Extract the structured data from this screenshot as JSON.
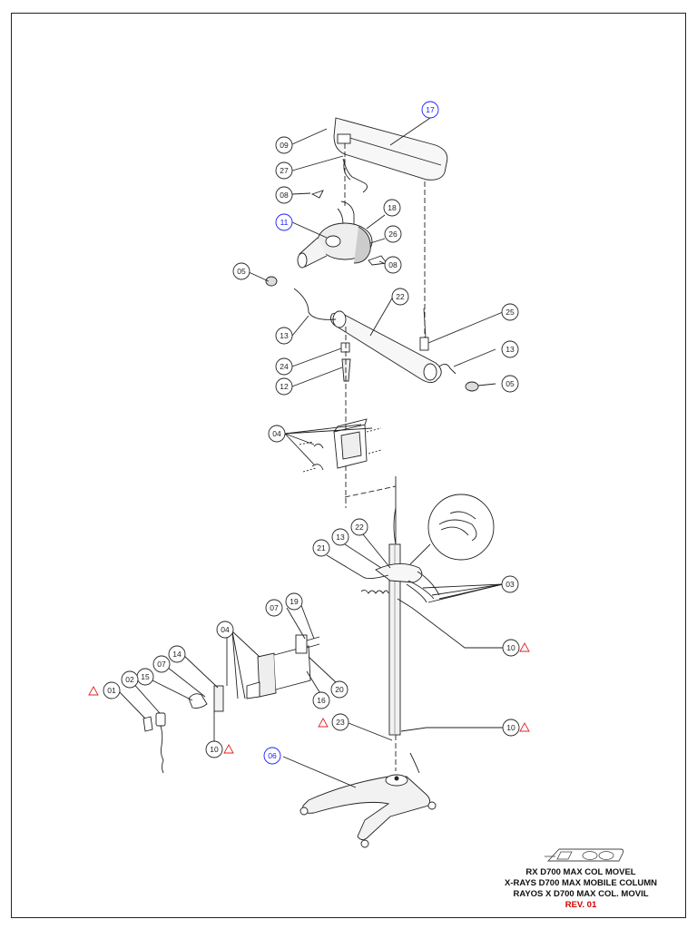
{
  "title_block": {
    "line_pt": "RX D700 MAX COL MOVEL",
    "line_en": "X-RAYS D700 MAX MOBILE COLUMN",
    "line_es": "RAYOS X D700 MAX COL. MOVIL",
    "revision": "REV. 01",
    "revision_color": "#d40000"
  },
  "callout_color": "#222222",
  "callout_highlight_color": "#1a1aff",
  "warning_color": "#e02020",
  "callouts": [
    {
      "id": "c17",
      "label": "17",
      "highlight": true
    },
    {
      "id": "c09",
      "label": "09"
    },
    {
      "id": "c27",
      "label": "27"
    },
    {
      "id": "c08a",
      "label": "08"
    },
    {
      "id": "c18",
      "label": "18"
    },
    {
      "id": "c11",
      "label": "11",
      "highlight": true
    },
    {
      "id": "c26",
      "label": "26"
    },
    {
      "id": "c08b",
      "label": "08"
    },
    {
      "id": "c05a",
      "label": "05"
    },
    {
      "id": "c22a",
      "label": "22"
    },
    {
      "id": "c25",
      "label": "25"
    },
    {
      "id": "c13a",
      "label": "13"
    },
    {
      "id": "c13b",
      "label": "13"
    },
    {
      "id": "c24",
      "label": "24"
    },
    {
      "id": "c05b",
      "label": "05"
    },
    {
      "id": "c12",
      "label": "12"
    },
    {
      "id": "c04a",
      "label": "04"
    },
    {
      "id": "c22b",
      "label": "22"
    },
    {
      "id": "c13c",
      "label": "13"
    },
    {
      "id": "c21",
      "label": "21"
    },
    {
      "id": "c03",
      "label": "03"
    },
    {
      "id": "c07a",
      "label": "07"
    },
    {
      "id": "c19",
      "label": "19"
    },
    {
      "id": "c10a",
      "label": "10",
      "warning": true
    },
    {
      "id": "c04b",
      "label": "04"
    },
    {
      "id": "c14",
      "label": "14"
    },
    {
      "id": "c07b",
      "label": "07"
    },
    {
      "id": "c15",
      "label": "15"
    },
    {
      "id": "c02",
      "label": "02"
    },
    {
      "id": "c01",
      "label": "01",
      "warning": true
    },
    {
      "id": "c16",
      "label": "16"
    },
    {
      "id": "c20",
      "label": "20"
    },
    {
      "id": "c23",
      "label": "23",
      "warning": true
    },
    {
      "id": "c10b",
      "label": "10",
      "warning": true
    },
    {
      "id": "c10c",
      "label": "10",
      "warning": true
    },
    {
      "id": "c06",
      "label": "06",
      "highlight": true
    }
  ]
}
